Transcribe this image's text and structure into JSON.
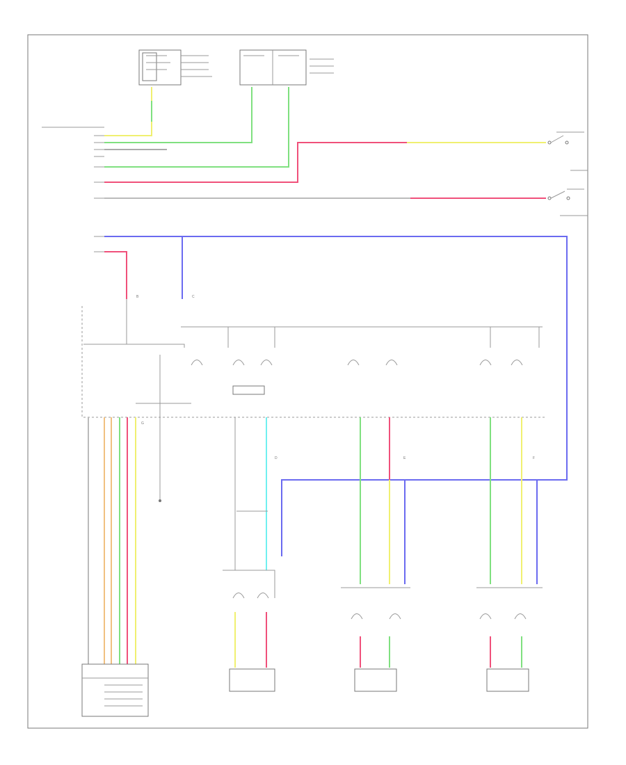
{
  "colors": {
    "green": "#7fe07f",
    "red": "#f0507a",
    "blue": "#6a6af0",
    "yellow": "#f0f070",
    "orange": "#f0c080",
    "cyan": "#70f0f0",
    "gray": "#999999",
    "frame": "#777777"
  },
  "labels": {
    "corner_code": "",
    "markers": [
      "B",
      "C",
      "D",
      "E",
      "F",
      "G"
    ]
  }
}
